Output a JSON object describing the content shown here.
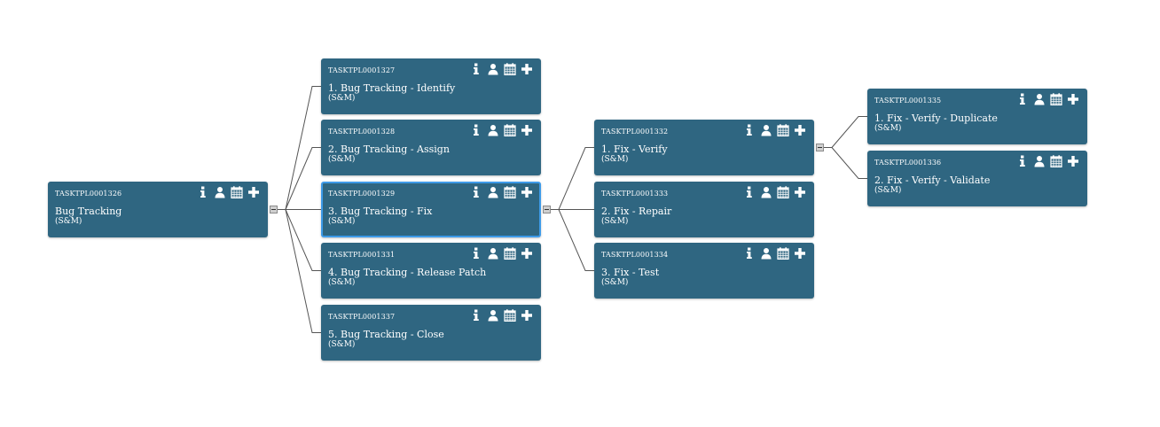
{
  "colors": {
    "node_bg": "#2f6681",
    "node_text": "#ffffff",
    "selected_border": "#3d9ae8",
    "connector": "#555555"
  },
  "icons": [
    "info-icon",
    "user-icon",
    "calendar-icon",
    "plus-icon"
  ],
  "nodes": [
    {
      "id": "n1326",
      "code": "TASKTPL0001326",
      "title": "Bug Tracking",
      "sub": "(S&M)"
    },
    {
      "id": "n1327",
      "code": "TASKTPL0001327",
      "title": "1. Bug Tracking - Identify",
      "sub": "(S&M)"
    },
    {
      "id": "n1328",
      "code": "TASKTPL0001328",
      "title": "2. Bug Tracking - Assign",
      "sub": "(S&M)"
    },
    {
      "id": "n1329",
      "code": "TASKTPL0001329",
      "title": "3. Bug Tracking - Fix",
      "sub": "(S&M)",
      "selected": true
    },
    {
      "id": "n1331",
      "code": "TASKTPL0001331",
      "title": "4. Bug Tracking - Release Patch",
      "sub": "(S&M)"
    },
    {
      "id": "n1337",
      "code": "TASKTPL0001337",
      "title": "5. Bug Tracking - Close",
      "sub": "(S&M)"
    },
    {
      "id": "n1332",
      "code": "TASKTPL0001332",
      "title": "1. Fix - Verify",
      "sub": "(S&M)"
    },
    {
      "id": "n1333",
      "code": "TASKTPL0001333",
      "title": "2. Fix - Repair",
      "sub": "(S&M)"
    },
    {
      "id": "n1334",
      "code": "TASKTPL0001334",
      "title": "3. Fix - Test",
      "sub": "(S&M)"
    },
    {
      "id": "n1335",
      "code": "TASKTPL0001335",
      "title": "1. Fix - Verify - Duplicate",
      "sub": "(S&M)"
    },
    {
      "id": "n1336",
      "code": "TASKTPL0001336",
      "title": "2. Fix - Verify - Validate",
      "sub": "(S&M)"
    }
  ],
  "edges": [
    {
      "from": "n1326",
      "to": "n1327"
    },
    {
      "from": "n1326",
      "to": "n1328"
    },
    {
      "from": "n1326",
      "to": "n1329"
    },
    {
      "from": "n1326",
      "to": "n1331"
    },
    {
      "from": "n1326",
      "to": "n1337"
    },
    {
      "from": "n1329",
      "to": "n1332"
    },
    {
      "from": "n1329",
      "to": "n1333"
    },
    {
      "from": "n1329",
      "to": "n1334"
    },
    {
      "from": "n1332",
      "to": "n1335"
    },
    {
      "from": "n1332",
      "to": "n1336"
    }
  ]
}
